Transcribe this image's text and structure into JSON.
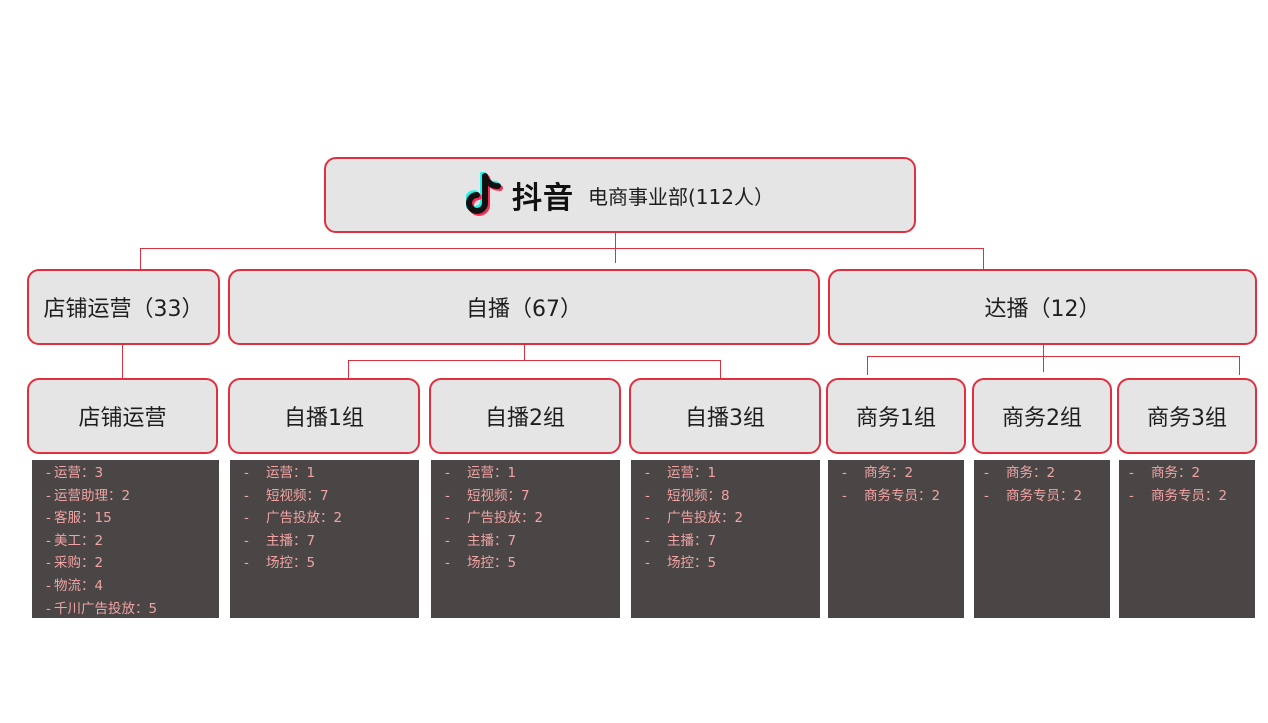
{
  "top": {
    "logo_text": "抖音",
    "title": "电商事业部(112人）"
  },
  "level1": [
    {
      "label": "店铺运营（33）"
    },
    {
      "label": "自播（67）"
    },
    {
      "label": "达播（12）"
    }
  ],
  "level2": [
    {
      "label": "店铺运营"
    },
    {
      "label": "自播1组"
    },
    {
      "label": "自播2组"
    },
    {
      "label": "自播3组"
    },
    {
      "label": "商务1组"
    },
    {
      "label": "商务2组"
    },
    {
      "label": "商务3组"
    }
  ],
  "details": [
    {
      "dash": "-",
      "items": [
        "运营：3",
        "运营助理：2",
        "客服：15",
        "美工：2",
        "采购：2",
        "物流：4",
        "千川广告投放：5"
      ]
    },
    {
      "dash": "-",
      "items": [
        "运营：1",
        "短视频：7",
        "广告投放：2",
        "主播：7",
        "场控：5"
      ]
    },
    {
      "dash": "-",
      "items": [
        "运营：1",
        "短视频：7",
        "广告投放：2",
        "主播：7",
        "场控：5"
      ]
    },
    {
      "dash": "-",
      "items": [
        "运营：1",
        "短视频：8",
        "广告投放：2",
        "主播：7",
        "场控：5"
      ]
    },
    {
      "dash": "-",
      "items": [
        "商务：2",
        "商务专员：2"
      ]
    },
    {
      "dash": "-",
      "items": [
        "商务：2",
        "商务专员：2"
      ]
    },
    {
      "dash": "-",
      "items": [
        "商务：2",
        "商务专员：2"
      ]
    }
  ],
  "colors": {
    "box_fill": "#e6e5e6",
    "box_border": "#e0303f",
    "connector": "#d9323f",
    "panel_fill": "#4a4646",
    "panel_text": "#f2a3a3"
  },
  "icons": {
    "logo": "tiktok-note-icon"
  }
}
